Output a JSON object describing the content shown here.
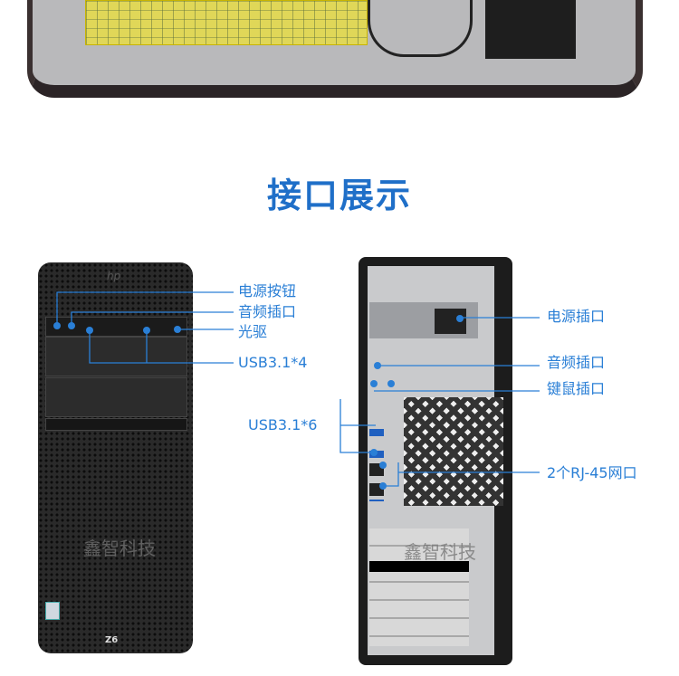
{
  "section_title": "接口展示",
  "watermark": "鑫智科技",
  "front": {
    "model_badge": "Z6",
    "labels": {
      "power_button": "电源按钮",
      "audio_jack": "音频插口",
      "optical_drive": "光驱",
      "usb": "USB3.1*4"
    }
  },
  "rear": {
    "labels": {
      "power_socket": "电源插口",
      "audio_jack": "音频插口",
      "ps2": "键鼠插口",
      "usb": "USB3.1*6",
      "rj45": "2个RJ-45网口"
    }
  },
  "colors": {
    "accent": "#2a7fd6",
    "title": "#1f6fc8",
    "highlight": "#e8e04a"
  }
}
